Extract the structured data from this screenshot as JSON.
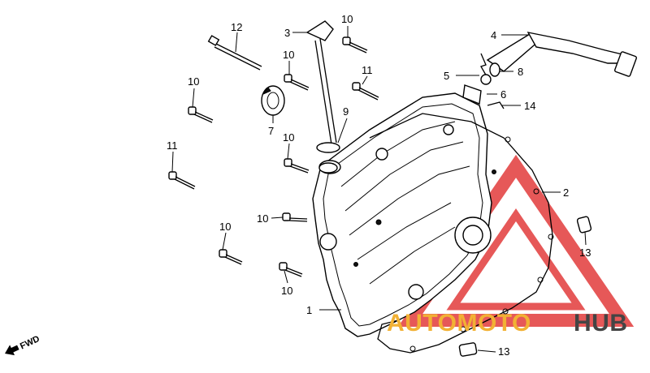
{
  "callouts": [
    {
      "id": "c1",
      "label": "1"
    },
    {
      "id": "c2",
      "label": "2"
    },
    {
      "id": "c3",
      "label": "3"
    },
    {
      "id": "c4",
      "label": "4"
    },
    {
      "id": "c5",
      "label": "5"
    },
    {
      "id": "c6",
      "label": "6"
    },
    {
      "id": "c7",
      "label": "7"
    },
    {
      "id": "c8",
      "label": "8"
    },
    {
      "id": "c9",
      "label": "9"
    },
    {
      "id": "c10a",
      "label": "10"
    },
    {
      "id": "c10b",
      "label": "10"
    },
    {
      "id": "c10c",
      "label": "10"
    },
    {
      "id": "c10d",
      "label": "10"
    },
    {
      "id": "c10e",
      "label": "10"
    },
    {
      "id": "c10f",
      "label": "10"
    },
    {
      "id": "c10g",
      "label": "10"
    },
    {
      "id": "c11a",
      "label": "11"
    },
    {
      "id": "c11b",
      "label": "11"
    },
    {
      "id": "c12",
      "label": "12"
    },
    {
      "id": "c13a",
      "label": "13"
    },
    {
      "id": "c13b",
      "label": "13"
    },
    {
      "id": "c14",
      "label": "14"
    }
  ],
  "direction_label": "FWD",
  "watermark": {
    "brand_part1": "AUTOMOTO",
    "brand_part2": "HUB",
    "color_primary": "#e23b3b",
    "color_accent": "#f2b134",
    "color_dark": "#444444"
  }
}
